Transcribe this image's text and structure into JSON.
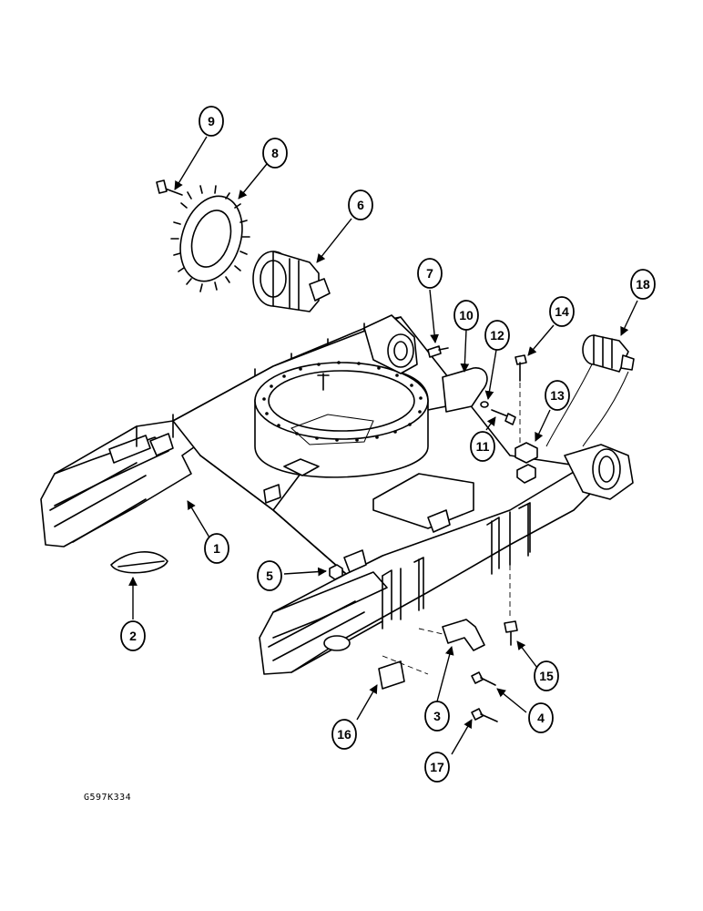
{
  "figure_code": "G597K334",
  "callouts": [
    {
      "id": "c9",
      "label": "9"
    },
    {
      "id": "c8",
      "label": "8"
    },
    {
      "id": "c6",
      "label": "6"
    },
    {
      "id": "c7",
      "label": "7"
    },
    {
      "id": "c10",
      "label": "10"
    },
    {
      "id": "c12",
      "label": "12"
    },
    {
      "id": "c14",
      "label": "14"
    },
    {
      "id": "c18",
      "label": "18"
    },
    {
      "id": "c13",
      "label": "13"
    },
    {
      "id": "c11",
      "label": "11"
    },
    {
      "id": "c1",
      "label": "1"
    },
    {
      "id": "c5",
      "label": "5"
    },
    {
      "id": "c2",
      "label": "2"
    },
    {
      "id": "c15",
      "label": "15"
    },
    {
      "id": "c16",
      "label": "16"
    },
    {
      "id": "c3",
      "label": "3"
    },
    {
      "id": "c4",
      "label": "4"
    },
    {
      "id": "c17",
      "label": "17"
    }
  ]
}
